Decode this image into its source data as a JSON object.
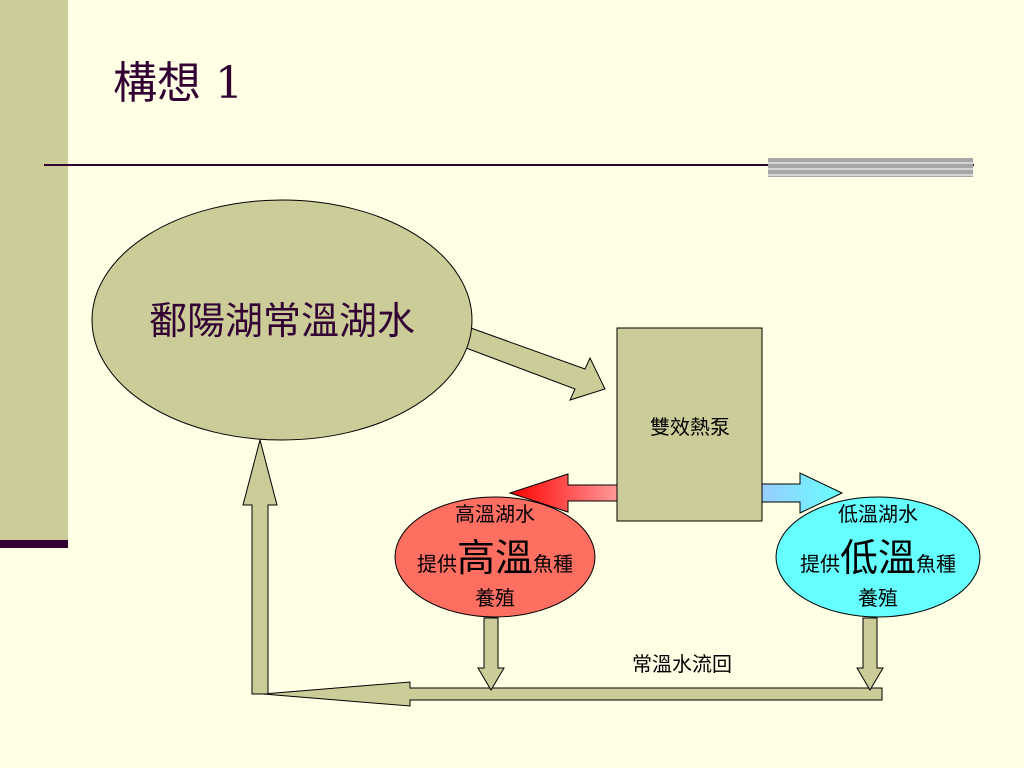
{
  "title": "構想 1",
  "nodes": {
    "source_lake": {
      "label": "鄱陽湖常溫湖水",
      "fill": "#cccc99"
    },
    "heat_pump": {
      "label": "雙效熱泵",
      "fill": "#cccc99"
    },
    "high_temp": {
      "line1": "高溫湖水",
      "line2_pre": "提供",
      "line2_big": "高溫",
      "line2_post": "魚種",
      "line3": "養殖",
      "fill": "#ff6f61"
    },
    "low_temp": {
      "line1": "低溫湖水",
      "line2_pre": "提供",
      "line2_big": "低溫",
      "line2_post": "魚種",
      "line3": "養殖",
      "fill": "#66ffff"
    }
  },
  "return_flow": {
    "label": "常溫水流回"
  },
  "colors": {
    "accent": "#330033",
    "olive": "#cccc99",
    "arrow_hot": "#ff0000",
    "arrow_cold": "#99ccff"
  }
}
